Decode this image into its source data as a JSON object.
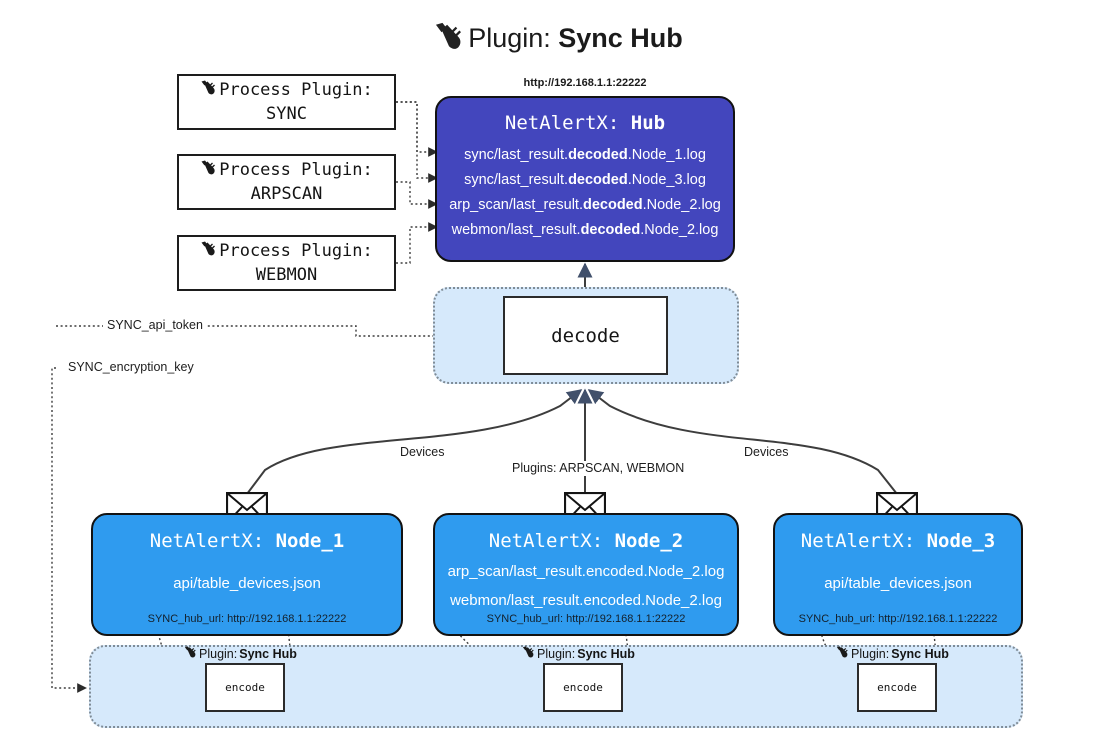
{
  "title": {
    "icon": "plug-icon",
    "prefix": "Plugin: ",
    "name": "Sync Hub"
  },
  "process_plugins": [
    {
      "icon": "plug-icon",
      "line1": "Process Plugin:",
      "line2": "SYNC"
    },
    {
      "icon": "plug-icon",
      "line1": "Process Plugin:",
      "line2": "ARPSCAN"
    },
    {
      "icon": "plug-icon",
      "line1": "Process Plugin:",
      "line2": "WEBMON"
    }
  ],
  "hub": {
    "url": "http://192.168.1.1:22222",
    "header_prefix": "NetAlertX: ",
    "header_name": "Hub",
    "fill": "#4346bd",
    "lines": [
      {
        "pre": "sync/last_result.",
        "strong": "decoded",
        "post": ".Node_1.log"
      },
      {
        "pre": "sync/last_result.",
        "strong": "decoded",
        "post": ".Node_3.log"
      },
      {
        "pre": "arp_scan/last_result.",
        "strong": "decoded",
        "post": ".Node_2.log"
      },
      {
        "pre": "webmon/last_result.",
        "strong": "decoded",
        "post": ".Node_2.log"
      }
    ]
  },
  "decode_zone": {
    "box_label": "decode"
  },
  "settings": {
    "api_token": "SYNC_api_token",
    "encryption_key": "SYNC_encryption_key"
  },
  "edge_labels": {
    "left_devices": "Devices",
    "right_devices": "Devices",
    "center_plugins": "Plugins: ARPSCAN, WEBMON"
  },
  "nodes": [
    {
      "icon": "envelope-icon",
      "header_prefix": "NetAlertX: ",
      "header_name": "Node_1",
      "fill": "#2f9bef",
      "lines": [
        "api/table_devices.json"
      ],
      "footer": "SYNC_hub_url: http://192.168.1.1:22222"
    },
    {
      "icon": "envelope-icon",
      "header_prefix": "NetAlertX: ",
      "header_name": "Node_2",
      "fill": "#2f9bef",
      "lines": [
        "arp_scan/last_result.encoded.Node_2.log",
        "webmon/last_result.encoded.Node_2.log"
      ],
      "footer": "SYNC_hub_url: http://192.168.1.1:22222"
    },
    {
      "icon": "envelope-icon",
      "header_prefix": "NetAlertX: ",
      "header_name": "Node_3",
      "fill": "#2f9bef",
      "lines": [
        "api/table_devices.json"
      ],
      "footer": "SYNC_hub_url: http://192.168.1.1:22222"
    }
  ],
  "encode_zone": {
    "captions": [
      {
        "icon": "plug-icon",
        "prefix": "Plugin: ",
        "name": "Sync Hub"
      },
      {
        "icon": "plug-icon",
        "prefix": "Plugin: ",
        "name": "Sync Hub"
      },
      {
        "icon": "plug-icon",
        "prefix": "Plugin: ",
        "name": "Sync Hub"
      }
    ],
    "box_labels": [
      "encode",
      "encode",
      "encode"
    ]
  },
  "colors": {
    "hub": "#4346bd",
    "node": "#2f9bef",
    "zone": "#d6e9fb",
    "stroke": "#303030",
    "background": "#ffffff"
  }
}
